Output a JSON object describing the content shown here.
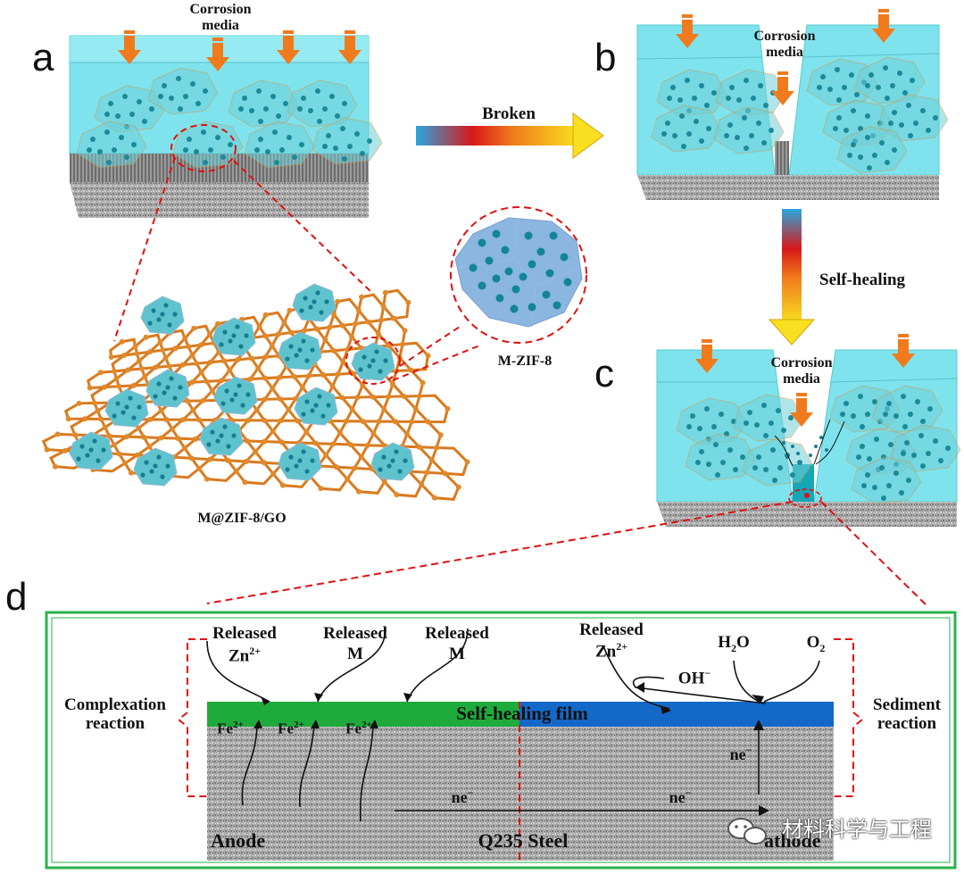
{
  "panels": {
    "a": "a",
    "b": "b",
    "c": "c",
    "d": "d"
  },
  "labels": {
    "corrosion_media_a": "Corrosion media",
    "corrosion_media_b": "Corrosion media",
    "corrosion_media_c": "Corrosion media",
    "broken": "Broken",
    "self_healing": "Self-healing",
    "m_zif8": "M-ZIF-8",
    "m_zif8_go": "M@ZIF-8/GO"
  },
  "panel_d": {
    "released_zn_left": "Released",
    "zn_left": "Zn",
    "released_m1": "Released",
    "m1": "M",
    "released_m2": "Released",
    "m2": "M",
    "released_zn_right": "Released",
    "zn_right": "Zn",
    "h2o": "H",
    "o2": "O",
    "oh": "OH",
    "complexation": "Complexation reaction",
    "sediment": "Sediment reaction",
    "film": "Self-healing film",
    "fe1": "Fe",
    "fe2": "Fe",
    "fe3": "Fe",
    "ne_right_up": "ne",
    "ne_bottom1": "ne",
    "ne_bottom2": "ne",
    "anode": "Anode",
    "steel": "Q235 Steel",
    "cathode": "athode",
    "watermark": "材料科学与工程"
  },
  "colors": {
    "coating": "#7fe3ee",
    "coating_top": "#9eeef5",
    "arrow_orange": "#f07a1c",
    "film_green": "#1faa3c",
    "film_blue": "#1468c8",
    "frame_green": "#2bb24c",
    "graphene": "#d97a1e",
    "dashed_red": "#e01010"
  }
}
